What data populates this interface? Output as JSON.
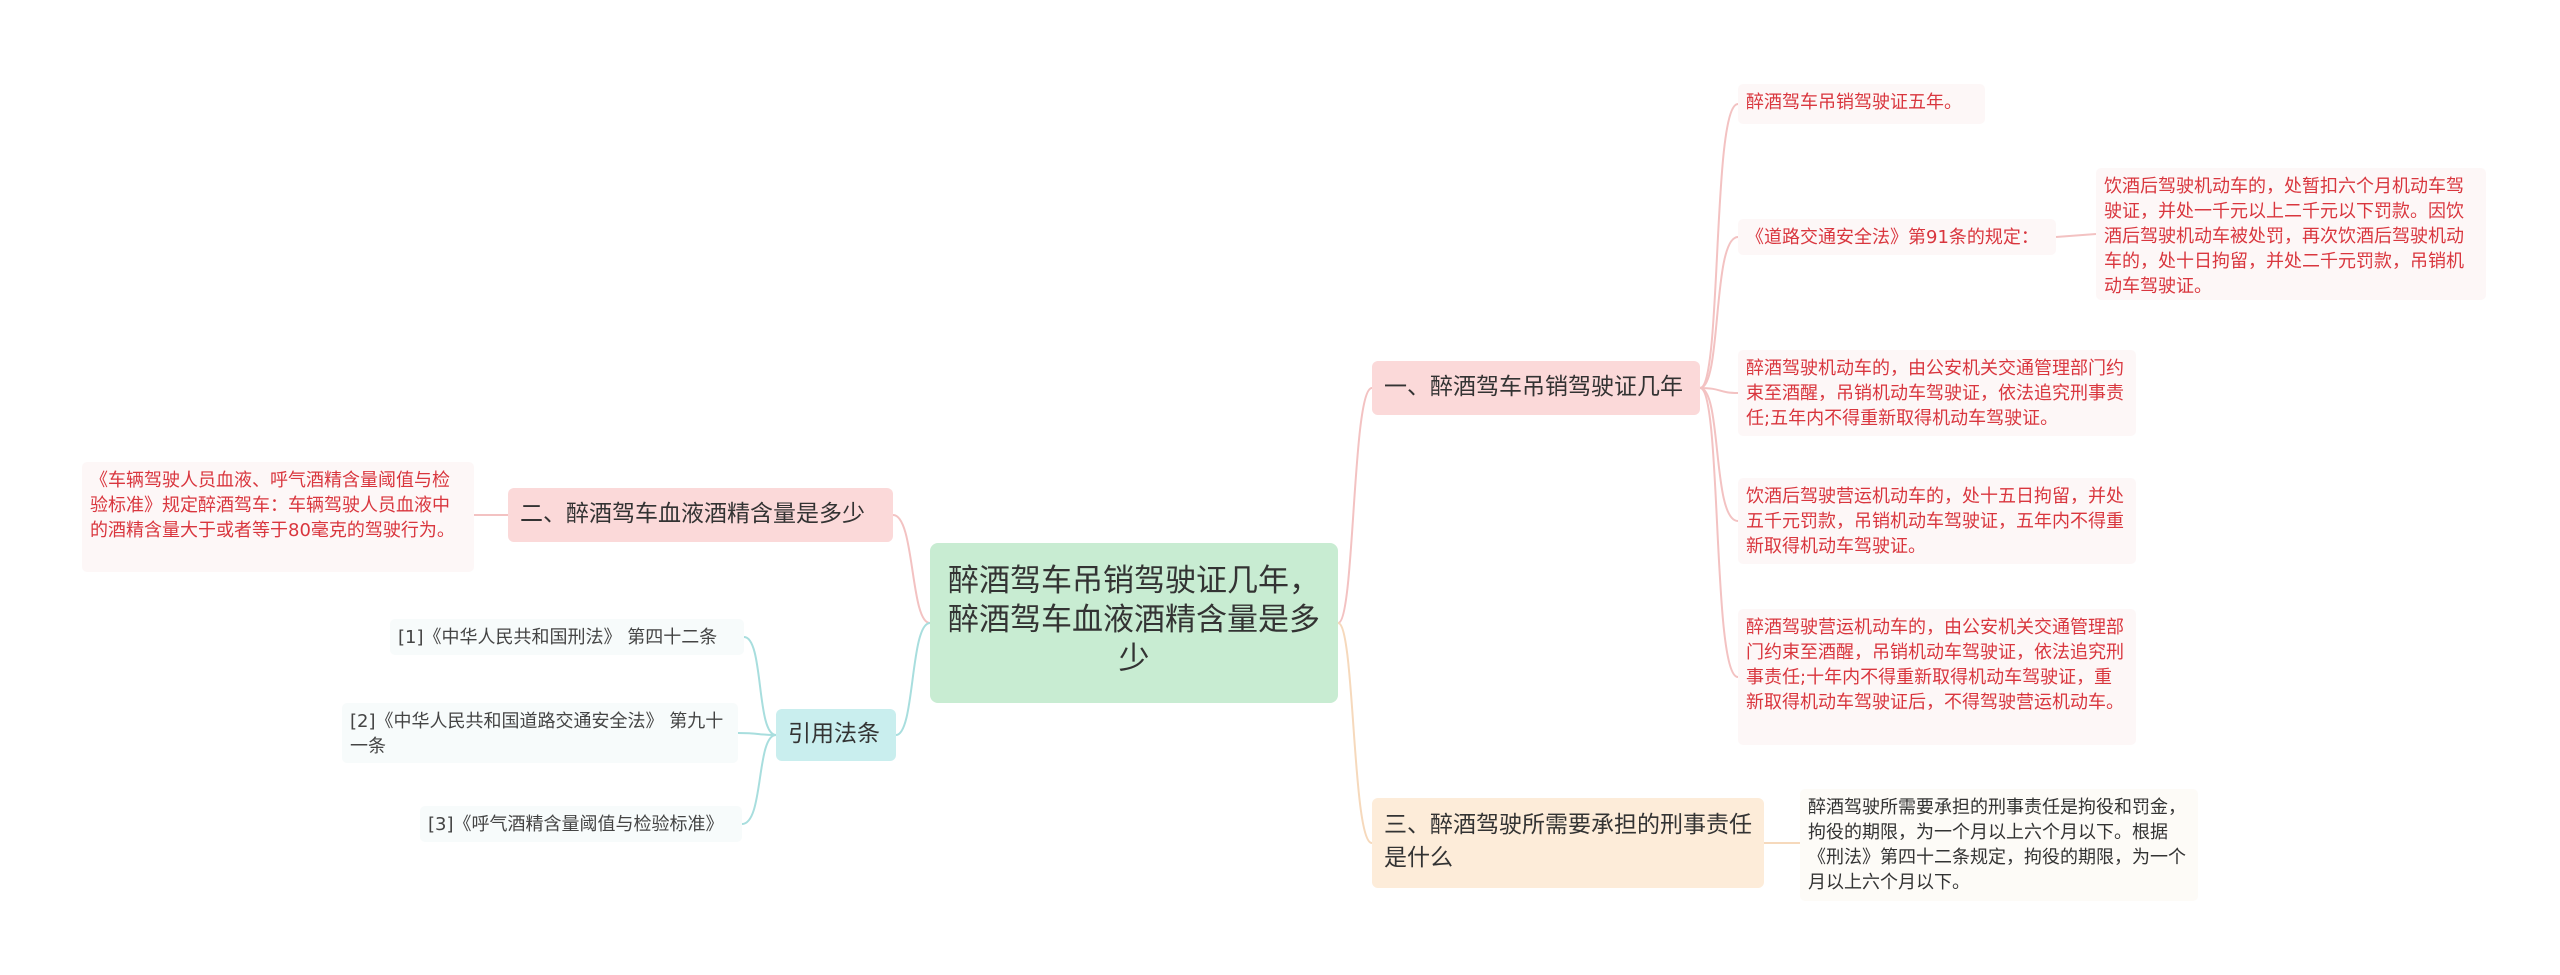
{
  "root": {
    "title": "醉酒驾车吊销驾驶证几年，醉酒驾车血液酒精含量是多少"
  },
  "branches": {
    "b1": "一、醉酒驾车吊销驾驶证几年",
    "b2": "二、醉酒驾车血液酒精含量是多少",
    "b3": "引用法条",
    "b4": "三、醉酒驾驶所需要承担的刑事责任是什么"
  },
  "leaves": {
    "l1": "醉酒驾车吊销驾驶证五年。",
    "l2": "《道路交通安全法》第91条的规定：",
    "l3": "饮酒后驾驶机动车的，处暂扣六个月机动车驾驶证，并处一千元以上二千元以下罚款。因饮酒后驾驶机动车被处罚，再次饮酒后驾驶机动车的，处十日拘留，并处二千元罚款，吊销机动车驾驶证。",
    "l4": "醉酒驾驶机动车的，由公安机关交通管理部门约束至酒醒，吊销机动车驾驶证，依法追究刑事责任;五年内不得重新取得机动车驾驶证。",
    "l5": "饮酒后驾驶营运机动车的，处十五日拘留，并处五千元罚款，吊销机动车驾驶证，五年内不得重新取得机动车驾驶证。",
    "l6": "醉酒驾驶营运机动车的，由公安机关交通管理部门约束至酒醒，吊销机动车驾驶证，依法追究刑事责任;十年内不得重新取得机动车驾驶证，重新取得机动车驾驶证后，不得驾驶营运机动车。",
    "l7": "《车辆驾驶人员血液、呼气酒精含量阈值与检验标准》规定醉酒驾车：车辆驾驶人员血液中的酒精含量大于或者等于80毫克的驾驶行为。",
    "l8": "醉酒驾驶所需要承担的刑事责任是拘役和罚金，拘役的期限，为一个月以上六个月以下。根据《刑法》第四十二条规定，拘役的期限，为一个月以上六个月以下。",
    "l9": "[1]《中华人民共和国刑法》 第四十二条",
    "l10": "[2]《中华人民共和国道路交通安全法》 第九十一条",
    "l11": "[3]《呼气酒精含量阈值与检验标准》"
  },
  "colors": {
    "root_bg": "#c8ecd2",
    "red_branch_bg": "#fbd9d9",
    "cyan_branch_bg": "#c9eeee",
    "orange_branch_bg": "#fdecd9",
    "red_text": "#d9363e",
    "red_line": "#f3c2c2",
    "cyan_line": "#a8dede",
    "orange_line": "#f6d9bc"
  }
}
